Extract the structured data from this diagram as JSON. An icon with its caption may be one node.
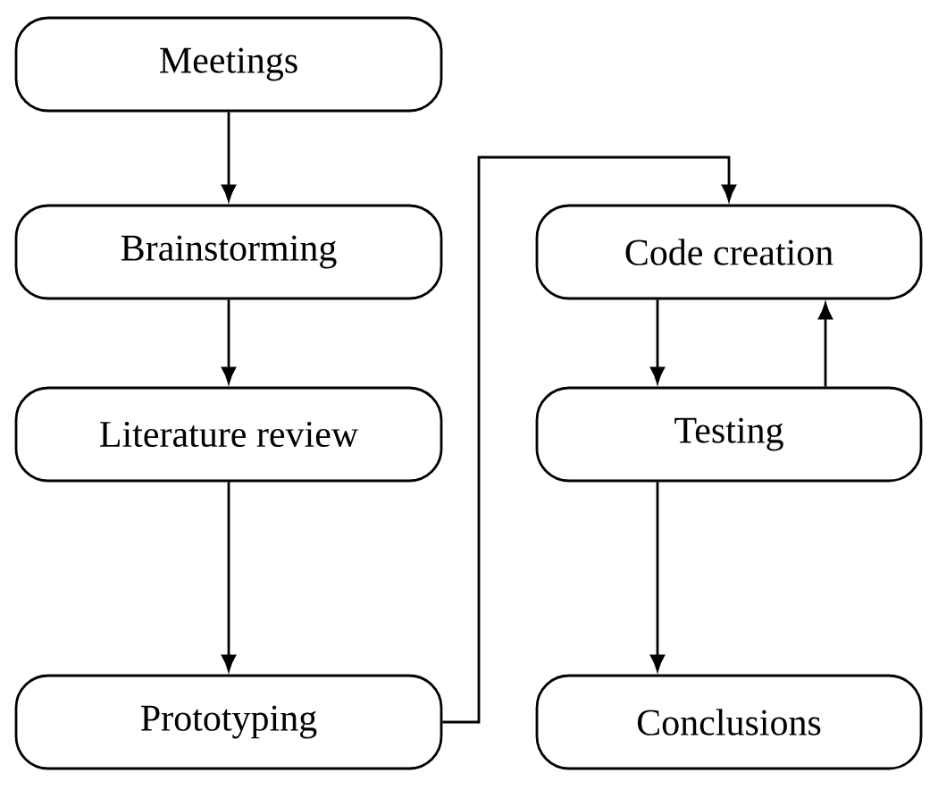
{
  "diagram": {
    "nodes": [
      {
        "text": [
          "Meetings"
        ]
      },
      {
        "text": [
          "Brainstorming"
        ]
      },
      {
        "text": [
          "Literature review"
        ]
      },
      {
        "text": [
          "Prototyping"
        ]
      },
      {
        "text": [
          "Code creation"
        ]
      },
      {
        "text": [
          "Testing"
        ]
      },
      {
        "text": [
          "Conclusions"
        ]
      }
    ],
    "edges": [
      {
        "from": 0,
        "to": 1,
        "arrow": "to"
      },
      {
        "from": 1,
        "to": 2,
        "arrow": "to"
      },
      {
        "from": 2,
        "to": 3,
        "arrow": "to"
      },
      {
        "from": 3,
        "to": 4,
        "arrow": "to"
      },
      {
        "from": 4,
        "to": 5,
        "arrow": "to"
      },
      {
        "from": 5,
        "to": 4,
        "arrow": "to"
      },
      {
        "from": 5,
        "to": 6,
        "arrow": "to"
      }
    ]
  }
}
